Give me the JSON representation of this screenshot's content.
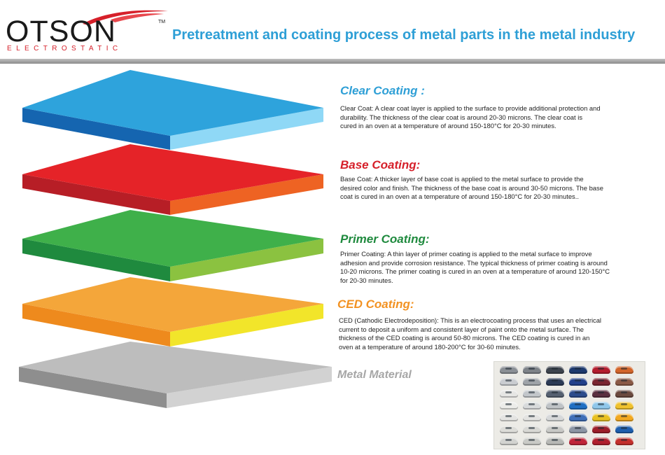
{
  "brand": {
    "name": "OTSON",
    "trademark": "TM",
    "tagline": "ELECTROSTATIC",
    "accent_color": "#d6202a"
  },
  "page_title": "Pretreatment and coating process of metal parts in the metal industry",
  "layers": [
    {
      "id": "clear",
      "title": "Clear Coating :",
      "title_color": "#2e9fd6",
      "colors": {
        "top": "#2ea3dc",
        "left": "#1565b0",
        "right": "#8fd8f6"
      },
      "description": "Clear Coat: A clear coat layer is applied to the surface to provide additional protection and durability. The thickness of the clear coat is around 20-30 microns. The clear coat is cured in an oven at a temperature of around 150-180°C for 20-30 minutes."
    },
    {
      "id": "base",
      "title": "Base Coating:",
      "title_color": "#d6202a",
      "colors": {
        "top": "#e52328",
        "left": "#b71e26",
        "right": "#ee6323"
      },
      "description": "Base Coat: A thicker layer of base coat is applied to the metal surface to provide the desired color and finish. The thickness of the base coat is around 30-50 microns. The base coat is cured in an oven at a temperature of around 150-180°C for 20-30 minutes.."
    },
    {
      "id": "primer",
      "title": "Primer Coating:",
      "title_color": "#1f8a3e",
      "colors": {
        "top": "#3fb04a",
        "left": "#1f8a3e",
        "right": "#8bc240"
      },
      "description": "Primer Coating: A thin layer of primer coating is applied to the metal surface to improve adhesion and provide corrosion resistance. The typical thickness of primer coating is around 10-20 microns. The primer coating is cured in an oven at a temperature of around 120-150°C for 20-30 minutes."
    },
    {
      "id": "ced",
      "title": "CED Coating:",
      "title_color": "#f29222",
      "colors": {
        "top": "#f4a63a",
        "left": "#ee8a1d",
        "right": "#f2e52a"
      },
      "description": "CED (Cathodic Electrodeposition): This is an electrocoating process that uses an electrical current to deposit a uniform and consistent layer of paint onto the metal surface. The thickness of the CED coating is around 50-80 microns. The CED coating is cured in an oven at a temperature of around 180-200°C for 30-60 minutes."
    },
    {
      "id": "metal",
      "title": "Metal Material",
      "title_color": "#a6a6a6",
      "colors": {
        "top": "#bdbdbd",
        "left": "#8e8e8e",
        "right": "#d2d2d2"
      }
    }
  ],
  "swatch_panel": {
    "icon": "car-color-swatches",
    "columns": [
      [
        "#8a8f95",
        "#c9ccd0",
        "#e6e6e4",
        "#ecece9",
        "#e4e4e2",
        "#dcdcd8",
        "#d2d3d0"
      ],
      [
        "#7d8288",
        "#9ea3a8",
        "#c2c6ca",
        "#d8dadb",
        "#e3e3e1",
        "#d8d8d4",
        "#c9cac6"
      ],
      [
        "#3c434d",
        "#2b3a55",
        "#556070",
        "#bfc3c6",
        "#d6d8d9",
        "#c8c9c6",
        "#b7b8b5"
      ],
      [
        "#1e3a6e",
        "#22408a",
        "#2c4c8c",
        "#1f6fc3",
        "#3f6fb8",
        "#8c96a5",
        "#c0263a"
      ],
      [
        "#b31d2d",
        "#7a2630",
        "#5a3040",
        "#8fc7ea",
        "#e8c020",
        "#9c1e2a",
        "#b0202e"
      ],
      [
        "#d2652a",
        "#8a5a46",
        "#6b4a3e",
        "#f0c22e",
        "#f2a81f",
        "#1e5fae",
        "#c4302c"
      ]
    ]
  }
}
